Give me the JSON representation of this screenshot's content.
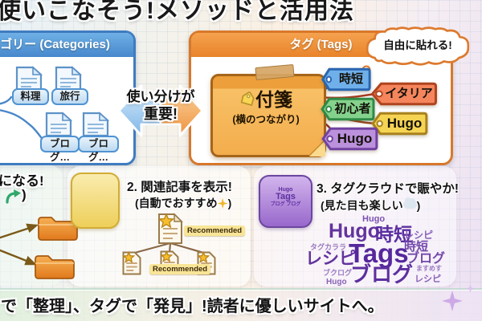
{
  "title": "使いこなそう!メソッドと活用法",
  "categories_panel": {
    "header": "カテゴリー (Categories)",
    "accent_color": "#4f93d2",
    "docs": [
      {
        "label": "料理"
      },
      {
        "label": "旅行"
      },
      {
        "label": "ブログ…"
      },
      {
        "label": "ブログ…"
      }
    ]
  },
  "comparison_arrow": {
    "line1": "使い分けが",
    "line2": "重要!",
    "left_color": "#8fc0ea",
    "right_color": "#ef9340"
  },
  "tags_panel": {
    "header": "タグ (Tags)",
    "accent_color": "#ee8c35",
    "speech_bubble": "自由に貼れる!",
    "sticky_note": {
      "title": "付箋",
      "subtitle": "(横のつながり)"
    },
    "tags": [
      {
        "label": "時短",
        "color": "#6fb0ea"
      },
      {
        "label": "イタリアン",
        "color": "#f4855c"
      },
      {
        "label": "初心者",
        "color": "#85d28c"
      },
      {
        "label": "Hugo",
        "color": "#f6d453"
      },
      {
        "label": "Hugo",
        "color": "#bb90dc"
      }
    ]
  },
  "feature_hierarchy": {
    "fragment_line1": "になる!",
    "fragment_close_paren": ")"
  },
  "feature_related": {
    "heading": "2. 関連記事を表示!",
    "subheading_prefix": "(自動でおすすめ",
    "subheading_suffix": ")",
    "badge": "Recommended"
  },
  "feature_tagcloud": {
    "heading": "3. タグクラウドで賑やか!",
    "subheading_prefix": "(見た目も楽しい",
    "subheading_suffix": ")",
    "icon_cloud": {
      "top": "Hugo",
      "middle": "Tags",
      "bottom": "ブログ ブログ"
    },
    "cloud_words": [
      "Hugo",
      "Hugo",
      "時短",
      "レシピ",
      "タグカララ",
      "時短",
      "レシピ",
      "Tags",
      "ブログ",
      "ブクログ",
      "ブログ",
      "ますめす",
      "Hugo",
      "レシピ"
    ]
  },
  "footer": {
    "text": "で「整理」、タグで「発見」!読者に優しいサイトへ。"
  }
}
